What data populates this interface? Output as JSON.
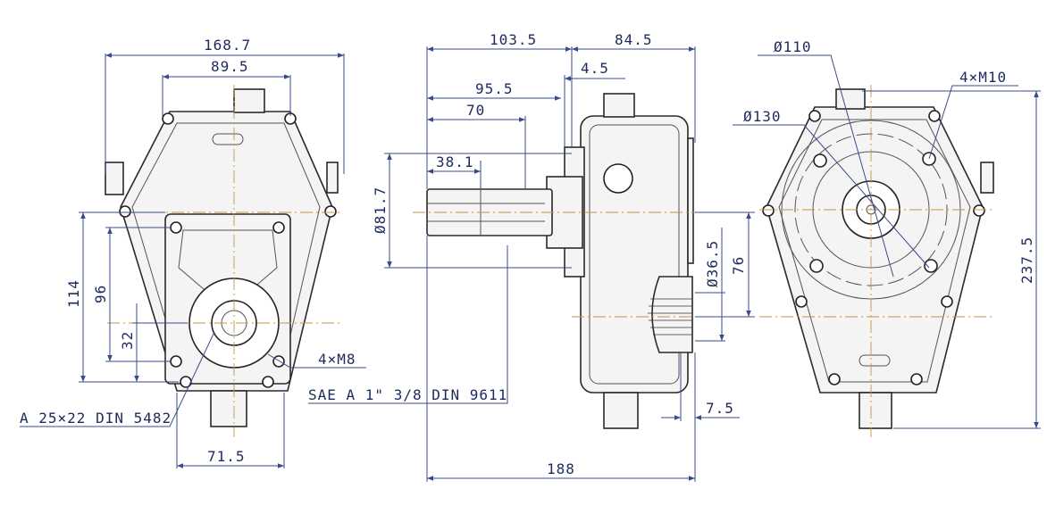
{
  "drawing": {
    "front_view": {
      "dims": {
        "overall_width": "168.7",
        "bolt_span": "89.5",
        "height_114": "114",
        "height_96": "96",
        "height_32": "32",
        "bottom_width": "71.5"
      },
      "callouts": {
        "thread_holes": "4×M8",
        "shaft_spline": "A 25×22 DIN 5482"
      }
    },
    "side_view": {
      "dims": {
        "left_length": "103.5",
        "right_length": "84.5",
        "gap": "4.5",
        "length_95": "95.5",
        "length_70": "70",
        "spline_length": "38.1",
        "shaft_dia": "Ø81.7",
        "pilot_dia": "Ø36.5",
        "offset_76": "76",
        "flange": "7.5",
        "overall_length": "188"
      },
      "callouts": {
        "input_shaft": "SAE A 1\" 3/8 DIN 9611"
      }
    },
    "rear_view": {
      "dims": {
        "dia_110": "Ø110",
        "dia_130": "Ø130",
        "height": "237.5"
      },
      "callouts": {
        "thread_holes": "4×M10"
      }
    }
  }
}
